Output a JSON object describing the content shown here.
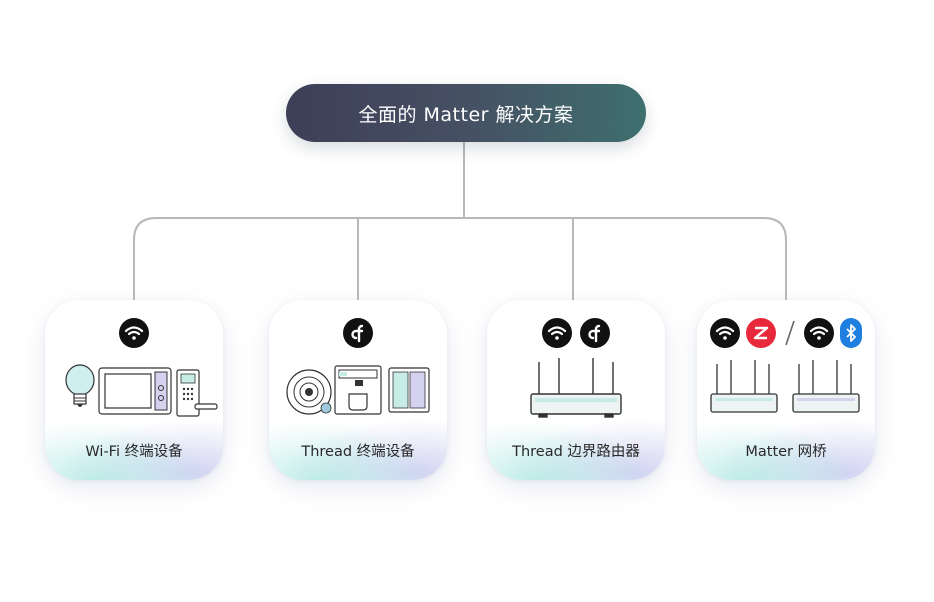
{
  "root": {
    "title": "全面的 Matter 解决方案"
  },
  "cards": [
    {
      "label": "Wi-Fi 终端设备",
      "badges": [
        "wifi-icon"
      ]
    },
    {
      "label": "Thread 终端设备",
      "badges": [
        "thread-icon"
      ]
    },
    {
      "label": "Thread 边界路由器",
      "badges": [
        "wifi-icon",
        "thread-icon"
      ]
    },
    {
      "label": "Matter 网桥",
      "badges": [
        "wifi-icon",
        "zigbee-icon",
        "wifi-icon",
        "bluetooth-icon"
      ]
    }
  ],
  "colors": {
    "root_gradient_start": "#3d3f57",
    "root_gradient_end": "#3e6f6e",
    "connector": "#b8b8b8",
    "zigbee": "#e8293b",
    "bluetooth": "#1f7fe0"
  }
}
